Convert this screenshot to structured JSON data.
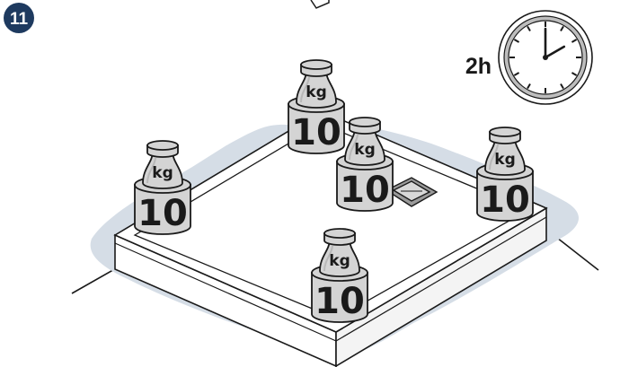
{
  "step": {
    "number": "11",
    "badge_color": "#1e3a5f"
  },
  "duration": {
    "label": "2h",
    "clock_hour": 2,
    "clock_minute": 0
  },
  "weights": [
    {
      "kg_label": "kg",
      "value_label": "10"
    },
    {
      "kg_label": "kg",
      "value_label": "10"
    },
    {
      "kg_label": "kg",
      "value_label": "10"
    },
    {
      "kg_label": "kg",
      "value_label": "10"
    },
    {
      "kg_label": "kg",
      "value_label": "10"
    }
  ],
  "colors": {
    "weight_fill": "#d4d4d4",
    "weight_shade": "#b8b8b8",
    "adhesive": "#d5dde6",
    "outline": "#1a1a1a",
    "clock_bezel": "#bdbdbd"
  }
}
